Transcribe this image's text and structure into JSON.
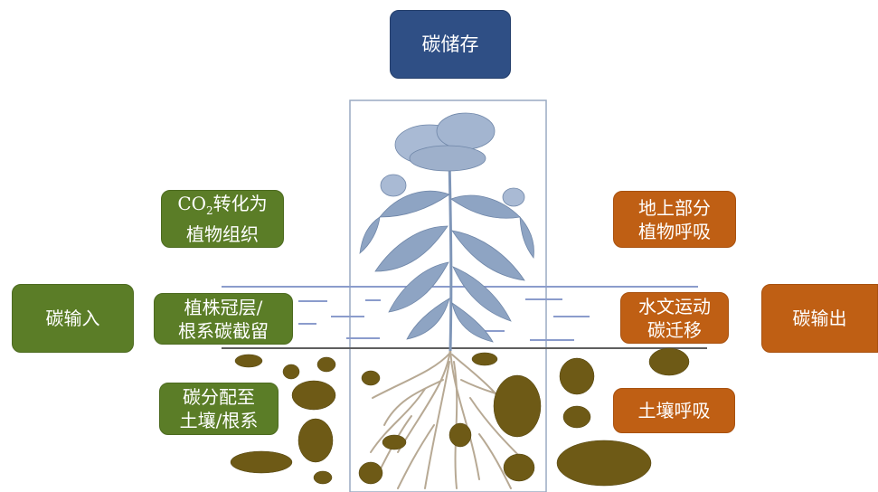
{
  "top": {
    "storage": "碳储存"
  },
  "left": {
    "input": "碳输入",
    "co2_line1": "CO",
    "co2_sub": "2",
    "co2_line1_rest": "转化为",
    "co2_line2": "植物组织",
    "canopy_line1": "植株冠层/",
    "canopy_line2": "根系碳截留",
    "alloc_line1": "碳分配至",
    "alloc_line2": "土壤/根系"
  },
  "right": {
    "output": "碳输出",
    "resp_line1": "地上部分",
    "resp_line2": "植物呼吸",
    "hydro_line1": "水文运动",
    "hydro_line2": "碳迁移",
    "soil_resp": "土壤呼吸"
  },
  "colors": {
    "green": "#5b7d27",
    "orange": "#bf5f14",
    "blue": "#2f4f85",
    "plant": "#8ea4c3",
    "soil_particle": "#6e5a16",
    "root": "#b7a994"
  }
}
